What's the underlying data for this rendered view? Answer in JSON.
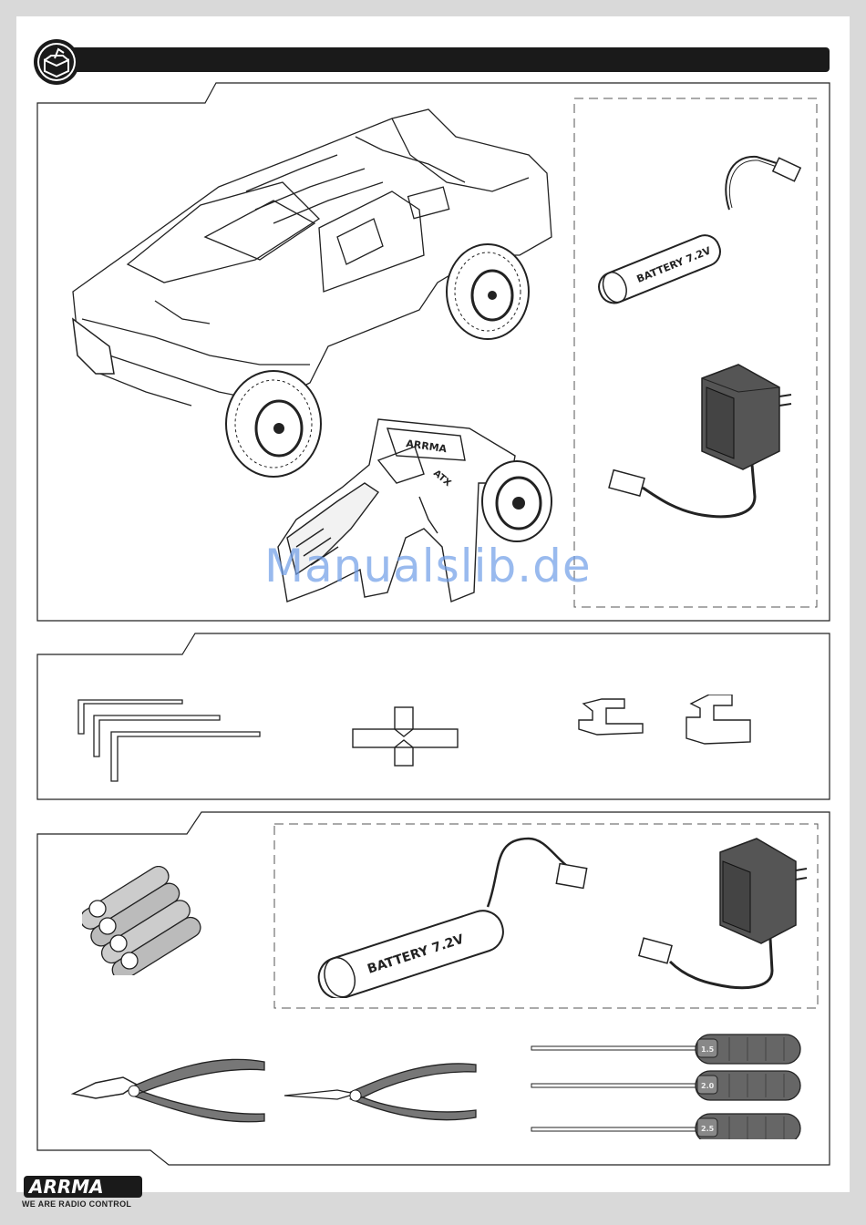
{
  "header": {
    "title": ""
  },
  "kit_contents": {
    "vehicle": "short-course-truck",
    "transmitter_brand": "ARRMA",
    "transmitter_model": "ATX",
    "included_battery_label": "BATTERY 7.2V",
    "included_charger": "wall-charger"
  },
  "tools_included": [
    "allen-wrench-set",
    "cross-wrench",
    "body-clip",
    "body-clip"
  ],
  "required": {
    "battery_label": "BATTERY 7.2V",
    "screwdrivers": [
      {
        "size": "1.5"
      },
      {
        "size": "2.0"
      },
      {
        "size": "2.5"
      }
    ]
  },
  "watermark": "Manualslib.de",
  "footer": {
    "brand": "ARRMA",
    "tagline": "WE ARE RADIO CONTROL"
  },
  "colors": {
    "header_bar": "#1a1a1a",
    "watermark": "#6f9ee8",
    "page_bg": "#d9d9d9"
  }
}
